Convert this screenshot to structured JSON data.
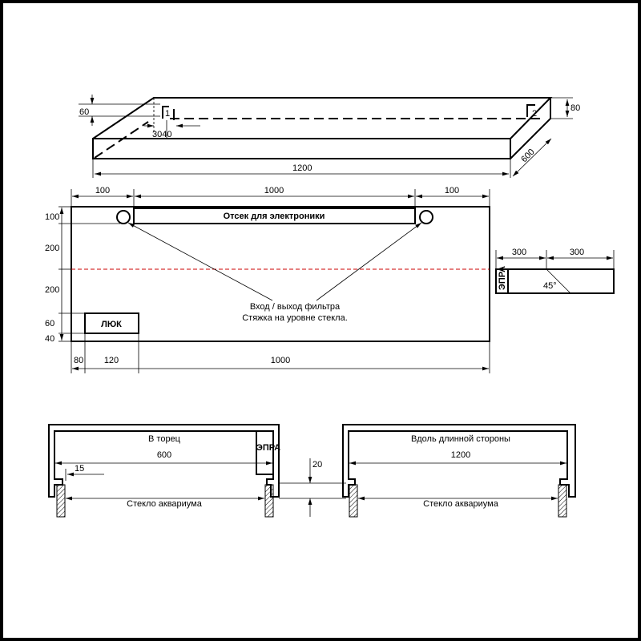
{
  "iso_view": {
    "dim_60": "60",
    "dim_30_40": "3040",
    "dim_80": "80",
    "dim_1200": "1200",
    "dim_600": "600",
    "marker_1": "1",
    "marker_2": "2"
  },
  "plan_view": {
    "compartment_label": "Отсек для электроники",
    "hatch_label": "ЛЮК",
    "note_line1": "Вход / выход фильтра",
    "note_line2": "Стяжка на уровне стекла.",
    "top_dims": [
      "100",
      "1000",
      "100"
    ],
    "left_dims": [
      "100",
      "200",
      "200",
      "60",
      "40"
    ],
    "bottom_dims": [
      "80",
      "120",
      "1000"
    ]
  },
  "side_view": {
    "dims": [
      "300",
      "300"
    ],
    "epra_label": "ЭПРА",
    "angle_label": "45°"
  },
  "section_end": {
    "title": "В торец",
    "width": "600",
    "offset": "15",
    "epra_label": "ЭПРА",
    "glass_label": "Стекло аквариума"
  },
  "section_gap": {
    "dim": "20"
  },
  "section_long": {
    "title": "Вдоль длинной стороны",
    "width": "1200",
    "glass_label": "Стекло аквариума"
  }
}
